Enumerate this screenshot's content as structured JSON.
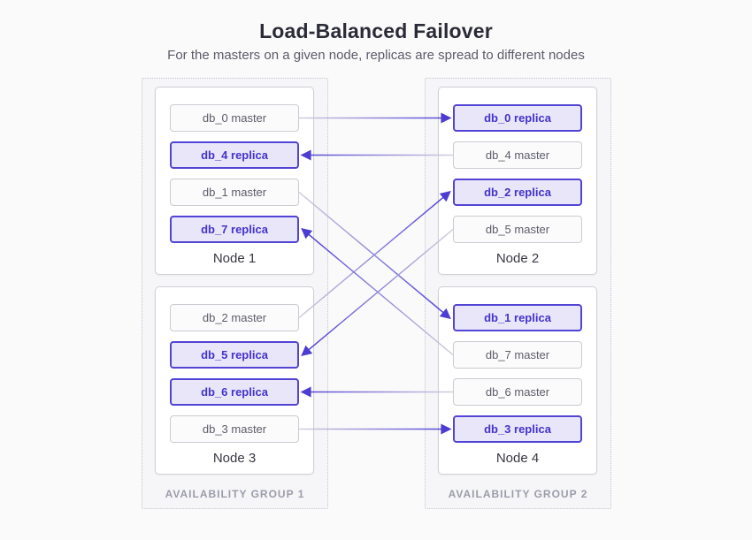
{
  "diagram": {
    "title": "Load-Balanced Failover",
    "subtitle": "For the masters on a given node, replicas are spread to different nodes",
    "groups": [
      {
        "label": "AVAILABILITY GROUP 1",
        "nodes": [
          {
            "name": "Node 1",
            "boxes": [
              {
                "id": "db_0_master",
                "label": "db_0 master",
                "type": "master"
              },
              {
                "id": "db_4_replica",
                "label": "db_4 replica",
                "type": "replica"
              },
              {
                "id": "db_1_master",
                "label": "db_1 master",
                "type": "master"
              },
              {
                "id": "db_7_replica",
                "label": "db_7 replica",
                "type": "replica"
              }
            ]
          },
          {
            "name": "Node 3",
            "boxes": [
              {
                "id": "db_2_master",
                "label": "db_2 master",
                "type": "master"
              },
              {
                "id": "db_5_replica",
                "label": "db_5 replica",
                "type": "replica"
              },
              {
                "id": "db_6_replica",
                "label": "db_6 replica",
                "type": "replica"
              },
              {
                "id": "db_3_master",
                "label": "db_3 master",
                "type": "master"
              }
            ]
          }
        ]
      },
      {
        "label": "AVAILABILITY GROUP 2",
        "nodes": [
          {
            "name": "Node 2",
            "boxes": [
              {
                "id": "db_0_replica",
                "label": "db_0 replica",
                "type": "replica"
              },
              {
                "id": "db_4_master",
                "label": "db_4 master",
                "type": "master"
              },
              {
                "id": "db_2_replica",
                "label": "db_2 replica",
                "type": "replica"
              },
              {
                "id": "db_5_master",
                "label": "db_5 master",
                "type": "master"
              }
            ]
          },
          {
            "name": "Node 4",
            "boxes": [
              {
                "id": "db_1_replica",
                "label": "db_1 replica",
                "type": "replica"
              },
              {
                "id": "db_7_master",
                "label": "db_7 master",
                "type": "master"
              },
              {
                "id": "db_6_master",
                "label": "db_6 master",
                "type": "master"
              },
              {
                "id": "db_3_replica",
                "label": "db_3 replica",
                "type": "replica"
              }
            ]
          }
        ]
      }
    ],
    "edges": [
      {
        "from": "db_0_master",
        "to": "db_0_replica"
      },
      {
        "from": "db_4_master",
        "to": "db_4_replica"
      },
      {
        "from": "db_1_master",
        "to": "db_1_replica"
      },
      {
        "from": "db_2_master",
        "to": "db_2_replica"
      },
      {
        "from": "db_7_master",
        "to": "db_7_replica"
      },
      {
        "from": "db_5_master",
        "to": "db_5_replica"
      },
      {
        "from": "db_6_master",
        "to": "db_6_replica"
      },
      {
        "from": "db_3_master",
        "to": "db_3_replica"
      }
    ],
    "colors": {
      "accent": "#5244d4",
      "replica_fill": "#e9e6fa",
      "replica_text": "#4433cb",
      "edge_start": "#d2d1de",
      "edge_end": "#5040d6",
      "arrowhead": "#4c3cd2"
    }
  }
}
